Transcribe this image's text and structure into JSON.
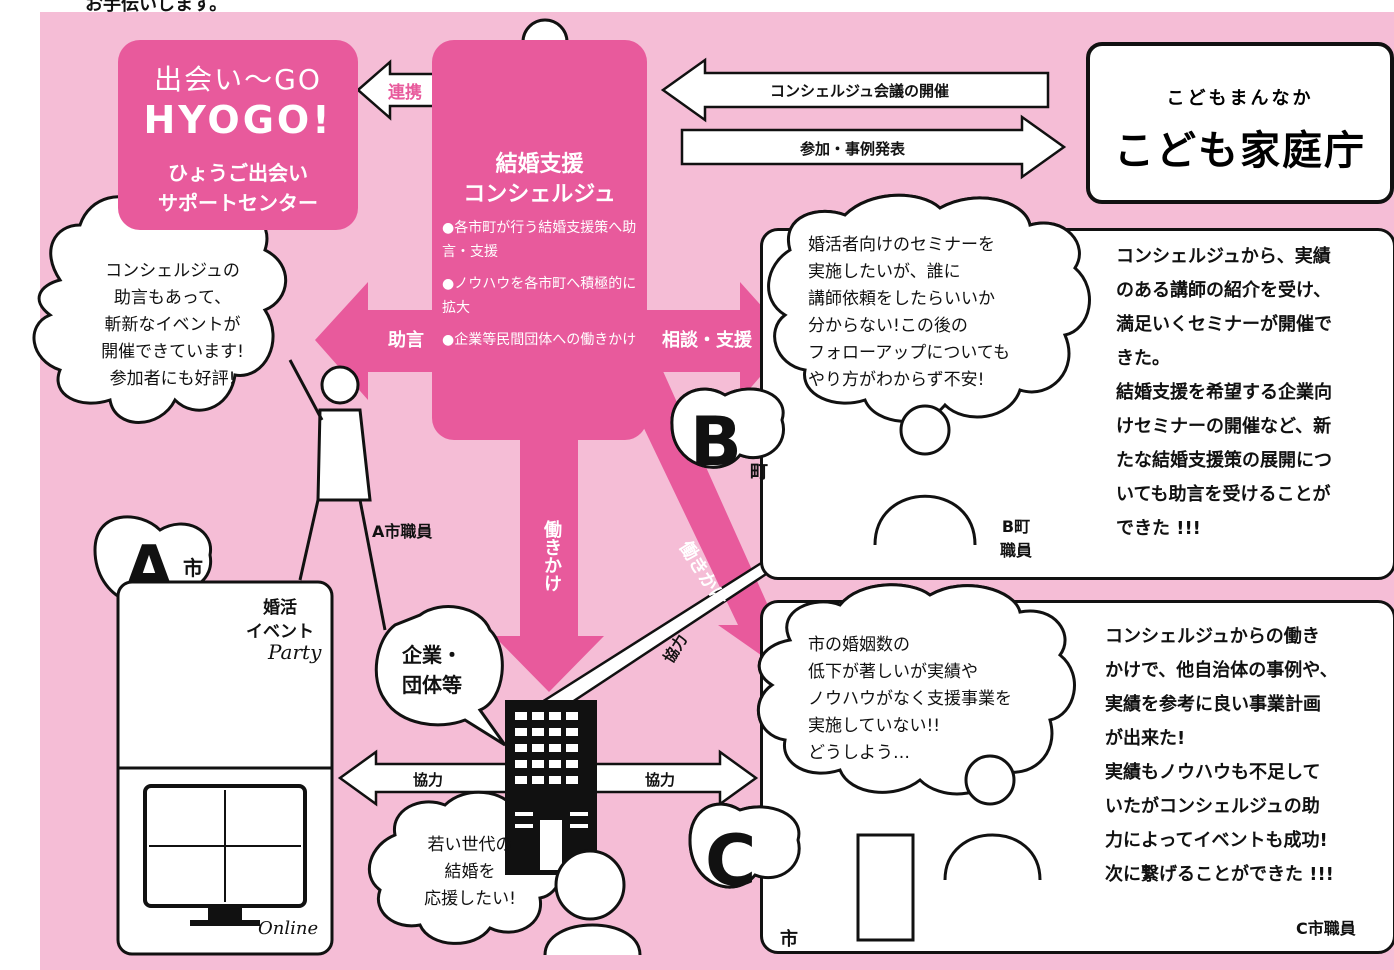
{
  "header": {
    "text": "お手伝いします。"
  },
  "hyogo_center": {
    "logo_line1": "出会い〜GO",
    "logo_line2": "HYOGO!",
    "name_line1": "ひょうご出会い",
    "name_line2": "サポートセンター"
  },
  "concierge": {
    "title_line1": "結婚支援",
    "title_line2": "コンシェルジュ",
    "items": [
      "●各市町が行う結婚支援策へ助言・支援",
      "●ノウハウを各市町へ積極的に拡大",
      "●企業等民間団体への働きかけ"
    ]
  },
  "kodomo_agency": {
    "small": "こどもまんなか",
    "name": "こども家庭庁"
  },
  "arrows": {
    "renkei": "連携",
    "meeting": "コンシェルジュ会議の開催",
    "participation": "参加・事例発表",
    "advice": "助言",
    "consult_support": "相談・支援",
    "hatarakikake_1": "働きかけ",
    "hatarakikake_2": "働きかけ",
    "kyoryoku_up": "協力",
    "kyoryoku_left": "協力",
    "kyoryoku_right": "協力"
  },
  "city_a": {
    "badge_letter": "A",
    "badge_label": "市",
    "bubble_lines": [
      "コンシェルジュの",
      "助言もあって、",
      "斬新なイベントが",
      "開催できています!",
      "参加者にも好評!"
    ],
    "staff_label": "A市職員",
    "event_label_line1": "婚活",
    "event_label_line2": "イベント",
    "party_text": "Party",
    "online_text": "Online"
  },
  "town_b": {
    "badge_letter": "B",
    "badge_label": "町",
    "bubble_lines": [
      "婚活者向けのセミナーを",
      "実施したいが、誰に",
      "講師依頼をしたらいいか",
      "分からない!この後の",
      "フォローアップについても",
      "やり方がわからず不安!"
    ],
    "staff_label_line1": "B町",
    "staff_label_line2": "職員",
    "result_lines": [
      "コンシェルジュから、実績",
      "のある講師の紹介を受け、",
      "満足いくセミナーが開催で",
      "きた。",
      "結婚支援を希望する企業向",
      "けセミナーの開催など、新",
      "たな結婚支援策の展開につ",
      "いても助言を受けることが",
      "できた !!!"
    ]
  },
  "city_c": {
    "badge_letter": "C",
    "badge_label": "市",
    "bubble_lines": [
      "市の婚姻数の",
      "低下が著しいが実績や",
      "ノウハウがなく支援事業を",
      "実施していない!!",
      "どうしよう…"
    ],
    "result_lines": [
      "コンシェルジュからの働き",
      "かけで、他自治体の事例や、",
      "実績を参考に良い事業計画",
      "が出来た!",
      "実績もノウハウも不足して",
      "いたがコンシェルジュの助",
      "力によってイベントも成功!",
      "次に繋げることができた !!!"
    ],
    "staff_label": "C市職員"
  },
  "companies": {
    "label_line1": "企業・",
    "label_line2": "団体等",
    "bubble_lines": [
      "若い世代の",
      "結婚を",
      "応援したい!"
    ]
  },
  "colors": {
    "background": "#f5bdd6",
    "accent": "#e85a9c",
    "ink": "#111111"
  }
}
